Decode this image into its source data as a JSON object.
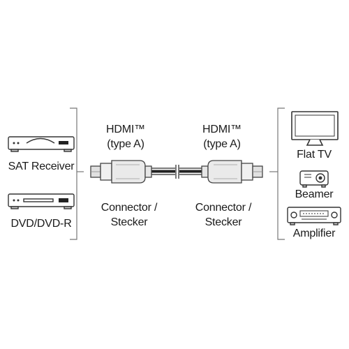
{
  "left_devices": {
    "sat_receiver": {
      "label": "SAT Receiver",
      "icon": "sat-receiver-icon"
    },
    "dvd": {
      "label": "DVD/DVD-R",
      "icon": "dvd-player-icon"
    }
  },
  "cable": {
    "left_plug": {
      "line1": "HDMI™",
      "line2": "(type A)",
      "caption1": "Connector /",
      "caption2": "Stecker"
    },
    "right_plug": {
      "line1": "HDMI™",
      "line2": "(type A)",
      "caption1": "Connector /",
      "caption2": "Stecker"
    }
  },
  "right_devices": {
    "flat_tv": {
      "label": "Flat TV",
      "icon": "flat-tv-icon"
    },
    "beamer": {
      "label": "Beamer",
      "icon": "projector-icon"
    },
    "amplifier": {
      "label": "Amplifier",
      "icon": "amplifier-icon"
    }
  },
  "colors": {
    "line": "#1a1a1a",
    "bracket": "#777777",
    "plug_body": "#e8e8e8",
    "plug_edge": "#555555"
  }
}
